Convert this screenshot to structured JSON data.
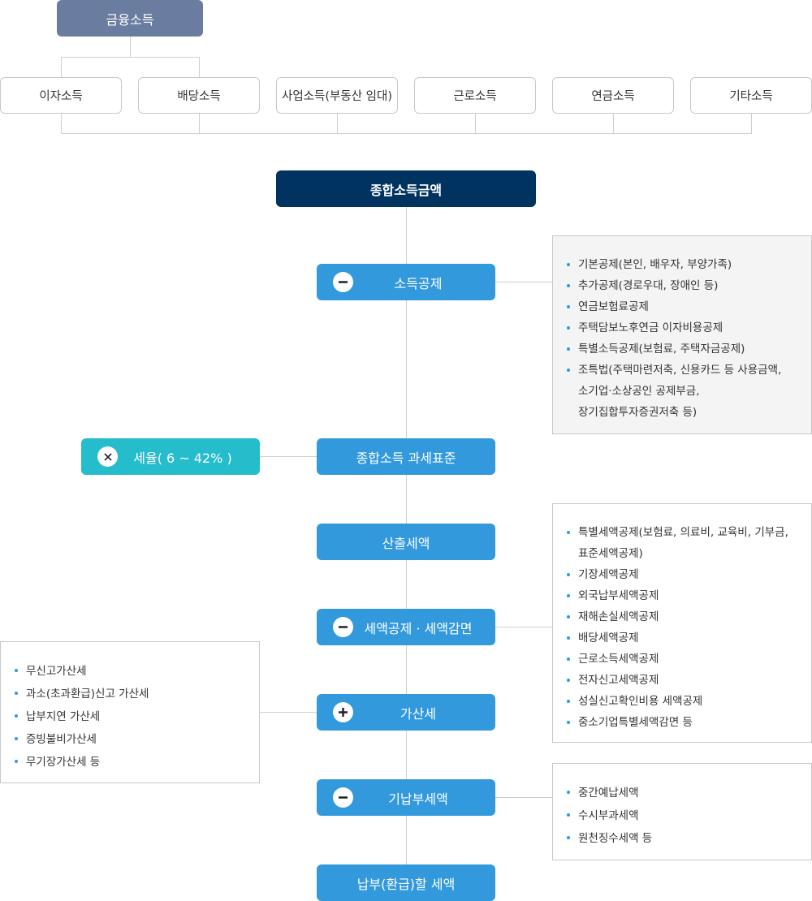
{
  "finance": {
    "label": "금융소득"
  },
  "sources": [
    "이자소득",
    "배당소득",
    "사업소득(부동산 임대)",
    "근로소득",
    "연금소득",
    "기타소득"
  ],
  "total": {
    "label": "종합소득금액"
  },
  "steps": {
    "deduction": {
      "label": "소득공제",
      "operator": "minus-icon"
    },
    "tax_base": {
      "label": "종합소득 과세표준"
    },
    "computed_tax": {
      "label": "산출세액"
    },
    "tax_credit": {
      "label": "세액공제 · 세액감면",
      "operator": "minus-icon"
    },
    "penalty": {
      "label": "가산세",
      "operator": "plus-icon"
    },
    "prepaid": {
      "label": "기납부세액",
      "operator": "minus-icon"
    },
    "final": {
      "label": "납부(환급)할 세액"
    }
  },
  "rate": {
    "label": "세율( 6 ~ 42% )",
    "operator": "times-icon"
  },
  "deduction_items": [
    "기본공제(본인, 배우자, 부양가족)",
    "추가공제(경로우대, 장애인 등)",
    "연금보험료공제",
    "주택담보노후연금 이자비용공제",
    "특별소득공제(보험료, 주택자금공제)",
    "조특법(주택마련저축, 신용카드 등 사용금액,",
    "소기업·소상공인 공제부금,",
    "장기집합투자증권저축 등)"
  ],
  "credit_items": [
    "특별세액공제(보험료, 의료비, 교육비, 기부금,",
    "표준세액공제)",
    "기장세액공제",
    "외국납부세액공제",
    "재해손실세액공제",
    "배당세액공제",
    "근로소득세액공제",
    "전자신고세액공제",
    "성실신고확인비용 세액공제",
    "중소기업특별세액감면 등"
  ],
  "penalty_items": [
    "무신고가산세",
    "과소(초과환급)신고 가산세",
    "납부지연 가산세",
    "증빙불비가산세",
    "무기장가산세 등"
  ],
  "prepaid_items": [
    "중간예납세액",
    "수시부과세액",
    "원천징수세액 등"
  ],
  "colors": {
    "finance": "#6a7da0",
    "total": "#00335f",
    "step": "#3399dd",
    "rate": "#25bccc",
    "line": "#cfcfcf"
  }
}
